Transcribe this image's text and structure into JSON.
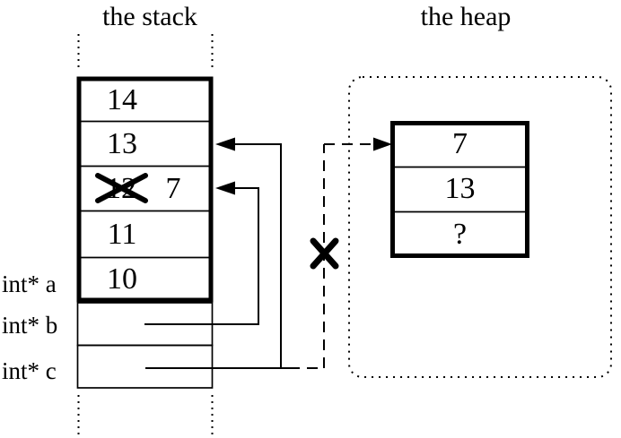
{
  "diagram": {
    "titles": {
      "stack": "the stack",
      "heap": "the heap"
    },
    "stack": {
      "cells": [
        {
          "value": "14",
          "crossed_out": false
        },
        {
          "value": "13",
          "crossed_out": false
        },
        {
          "value": "12",
          "crossed_out": true,
          "replacement": "7"
        },
        {
          "value": "11",
          "crossed_out": false
        },
        {
          "value": "10",
          "crossed_out": false
        }
      ],
      "pointer_variables": [
        {
          "label": "int* a"
        },
        {
          "label": "int* b"
        },
        {
          "label": "int* c"
        }
      ]
    },
    "heap": {
      "cells": [
        {
          "value": "7"
        },
        {
          "value": "13"
        },
        {
          "value": "?"
        }
      ]
    },
    "annotations": {
      "broken_link_mark": "X",
      "crossed_value_mark": "X"
    },
    "colors": {
      "ink": "#000000",
      "background": "#ffffff"
    }
  }
}
